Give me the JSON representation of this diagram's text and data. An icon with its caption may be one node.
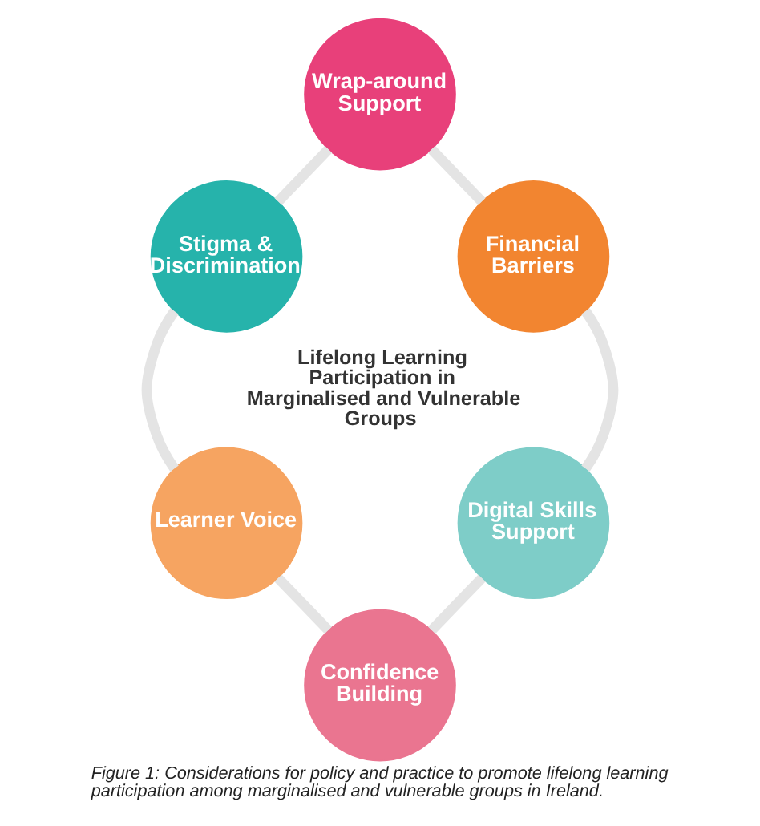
{
  "diagram": {
    "caption": "Figure 1: Considerations for policy and practice to promote lifelong learning participation among marginalised and vulnerable groups in Ireland.",
    "nodes": [
      {
        "text": [
          "Wrap-around Support"
        ]
      },
      {
        "text": [
          "Stigma & Discrimination"
        ]
      },
      {
        "text": [
          "Financial Barriers"
        ]
      },
      {
        "text": [
          "Learner Voice"
        ]
      },
      {
        "text": [
          "Digital Skills Support"
        ]
      },
      {
        "text": [
          "Confidence Building"
        ]
      }
    ],
    "edges": [
      {
        "from": 0,
        "to": 2,
        "arrow": "none"
      },
      {
        "from": 2,
        "to": 4,
        "arrow": "none"
      },
      {
        "from": 4,
        "to": 5,
        "arrow": "none"
      },
      {
        "from": 5,
        "to": 3,
        "arrow": "none"
      },
      {
        "from": 3,
        "to": 1,
        "arrow": "none"
      },
      {
        "from": 1,
        "to": 0,
        "arrow": "none"
      }
    ],
    "labels": [
      "Lifelong Learning Participation in Marginalised and Vulnerable Groups"
    ]
  }
}
